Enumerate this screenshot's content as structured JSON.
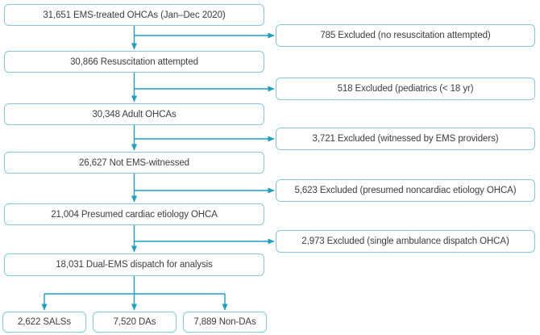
{
  "figure": {
    "type": "flow-diagram",
    "colors": {
      "arrow": "#1b9dc4",
      "box_border": "#85c9dc",
      "box_fill": "#ffffff",
      "text": "#3d3d3d",
      "background": "#ffffff"
    },
    "flow": {
      "main": [
        {
          "label": "31,651 EMS-treated OHCAs (Jan–Dec 2020)"
        },
        {
          "label": "30,866 Resuscitation attempted"
        },
        {
          "label": "30,348 Adult OHCAs"
        },
        {
          "label": "26,627 Not EMS-witnessed"
        },
        {
          "label": "21,004 Presumed cardiac etiology OHCA"
        },
        {
          "label": "18,031 Dual-EMS dispatch for analysis"
        }
      ],
      "excluded": [
        {
          "label": "785 Excluded (no resuscitation attempted)"
        },
        {
          "label": "518 Excluded (pediatrics (< 18 yr)"
        },
        {
          "label": "3,721 Excluded (witnessed by EMS providers)"
        },
        {
          "label": "5,623 Excluded (presumed noncardiac etiology OHCA)"
        },
        {
          "label": "2,973 Excluded (single ambulance dispatch OHCA)"
        }
      ],
      "outcomes": [
        {
          "label": "2,622 SALSs"
        },
        {
          "label": "7,520 DAs"
        },
        {
          "label": "7,889 Non-DAs"
        }
      ]
    }
  }
}
